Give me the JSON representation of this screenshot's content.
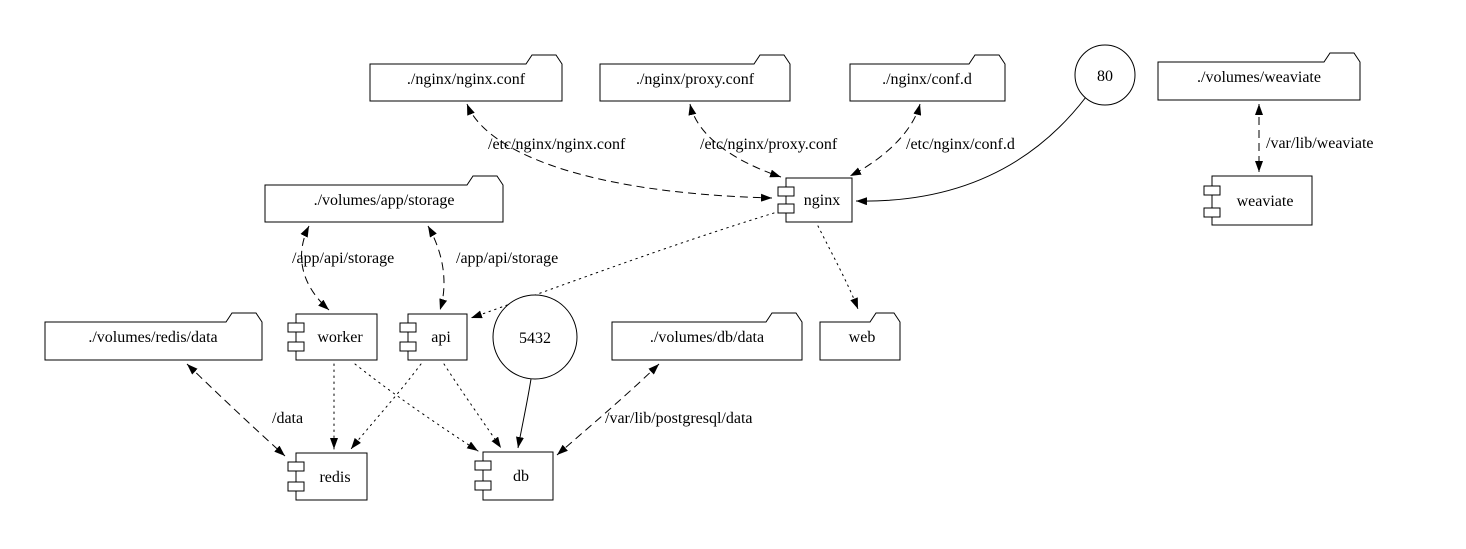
{
  "colors": {
    "stroke": "#000000",
    "background": "#ffffff"
  },
  "nodes": [
    {
      "id": "nginx-conf-volume",
      "shape": "folder",
      "label": "./nginx/nginx.conf"
    },
    {
      "id": "proxy-conf-volume",
      "shape": "folder",
      "label": "./nginx/proxy.conf"
    },
    {
      "id": "conf-d-volume",
      "shape": "folder",
      "label": "./nginx/conf.d"
    },
    {
      "id": "port-80",
      "shape": "circle",
      "label": "80"
    },
    {
      "id": "weaviate-volume",
      "shape": "folder",
      "label": "./volumes/weaviate"
    },
    {
      "id": "app-storage-volume",
      "shape": "folder",
      "label": "./volumes/app/storage"
    },
    {
      "id": "nginx-service",
      "shape": "component",
      "label": "nginx"
    },
    {
      "id": "weaviate-service",
      "shape": "component",
      "label": "weaviate"
    },
    {
      "id": "redis-data-volume",
      "shape": "folder",
      "label": "./volumes/redis/data"
    },
    {
      "id": "worker-service",
      "shape": "component",
      "label": "worker"
    },
    {
      "id": "api-service",
      "shape": "component",
      "label": "api"
    },
    {
      "id": "port-5432",
      "shape": "circle",
      "label": "5432"
    },
    {
      "id": "db-data-volume",
      "shape": "folder",
      "label": "./volumes/db/data"
    },
    {
      "id": "web-volume",
      "shape": "folder",
      "label": "web"
    },
    {
      "id": "redis-service",
      "shape": "component",
      "label": "redis"
    },
    {
      "id": "db-service",
      "shape": "component",
      "label": "db"
    }
  ],
  "edges": [
    {
      "from": "nginx-conf-volume",
      "to": "nginx-service",
      "style": "dashed",
      "dir": "both",
      "label": "/etc/nginx/nginx.conf"
    },
    {
      "from": "proxy-conf-volume",
      "to": "nginx-service",
      "style": "dashed",
      "dir": "both",
      "label": "/etc/nginx/proxy.conf"
    },
    {
      "from": "conf-d-volume",
      "to": "nginx-service",
      "style": "dashed",
      "dir": "both",
      "label": "/etc/nginx/conf.d"
    },
    {
      "from": "port-80",
      "to": "nginx-service",
      "style": "solid",
      "dir": "forward",
      "label": ""
    },
    {
      "from": "weaviate-volume",
      "to": "weaviate-service",
      "style": "dashed",
      "dir": "both",
      "label": "/var/lib/weaviate"
    },
    {
      "from": "app-storage-volume",
      "to": "worker-service",
      "style": "dashed",
      "dir": "both",
      "label": "/app/api/storage"
    },
    {
      "from": "app-storage-volume",
      "to": "api-service",
      "style": "dashed",
      "dir": "both",
      "label": "/app/api/storage"
    },
    {
      "from": "nginx-service",
      "to": "api-service",
      "style": "dotted",
      "dir": "forward",
      "label": ""
    },
    {
      "from": "nginx-service",
      "to": "web-volume",
      "style": "dotted",
      "dir": "forward",
      "label": ""
    },
    {
      "from": "redis-data-volume",
      "to": "redis-service",
      "style": "dashed",
      "dir": "both",
      "label": "/data"
    },
    {
      "from": "worker-service",
      "to": "redis-service",
      "style": "dotted",
      "dir": "forward",
      "label": ""
    },
    {
      "from": "worker-service",
      "to": "db-service",
      "style": "dotted",
      "dir": "forward",
      "label": ""
    },
    {
      "from": "api-service",
      "to": "redis-service",
      "style": "dotted",
      "dir": "forward",
      "label": ""
    },
    {
      "from": "api-service",
      "to": "db-service",
      "style": "dotted",
      "dir": "forward",
      "label": ""
    },
    {
      "from": "port-5432",
      "to": "db-service",
      "style": "solid",
      "dir": "forward",
      "label": ""
    },
    {
      "from": "db-data-volume",
      "to": "db-service",
      "style": "dashed",
      "dir": "both",
      "label": "/var/lib/postgresql/data"
    }
  ]
}
